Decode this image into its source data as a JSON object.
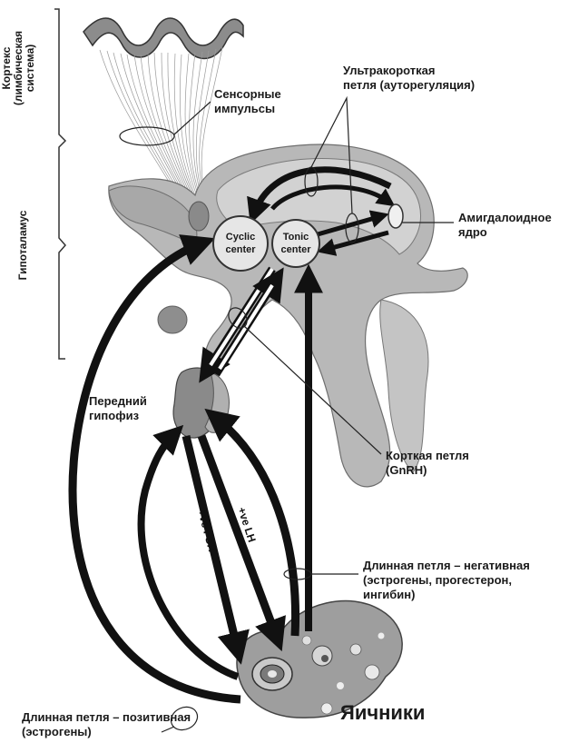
{
  "side_labels": {
    "cortex": "Кортекс\n(лимбическая\nсистема)",
    "hypothalamus": "Гипоталамус"
  },
  "labels": {
    "sensory": "Сенсорные\nимпульсы",
    "ultrashort": "Ультракороткая\nпетля (ауторегуляция)",
    "amygdala": "Амигдалоидное\nядро",
    "pituitary": "Передний\nгипофиз",
    "short_loop": "Корткая петля\n(GnRH)",
    "long_negative": "Длинная петля – негативная\n(эстрогены, прогестерон,\nингибин)",
    "long_positive": "Длинная петля – позитивная\n(эстрогены)",
    "ovaries": "Яичники",
    "fsh": "+ve FSH",
    "lh": "+ve LH"
  },
  "nodes": {
    "cyclic_line1": "Cyclic",
    "cyclic_line2": "center",
    "tonic_line1": "Tonic",
    "tonic_line2": "center"
  },
  "colors": {
    "arrow": "#111111",
    "tissue": "#b5b5b5",
    "tissue_dark": "#8a8a8a",
    "node_fill": "#e6e6e6"
  }
}
